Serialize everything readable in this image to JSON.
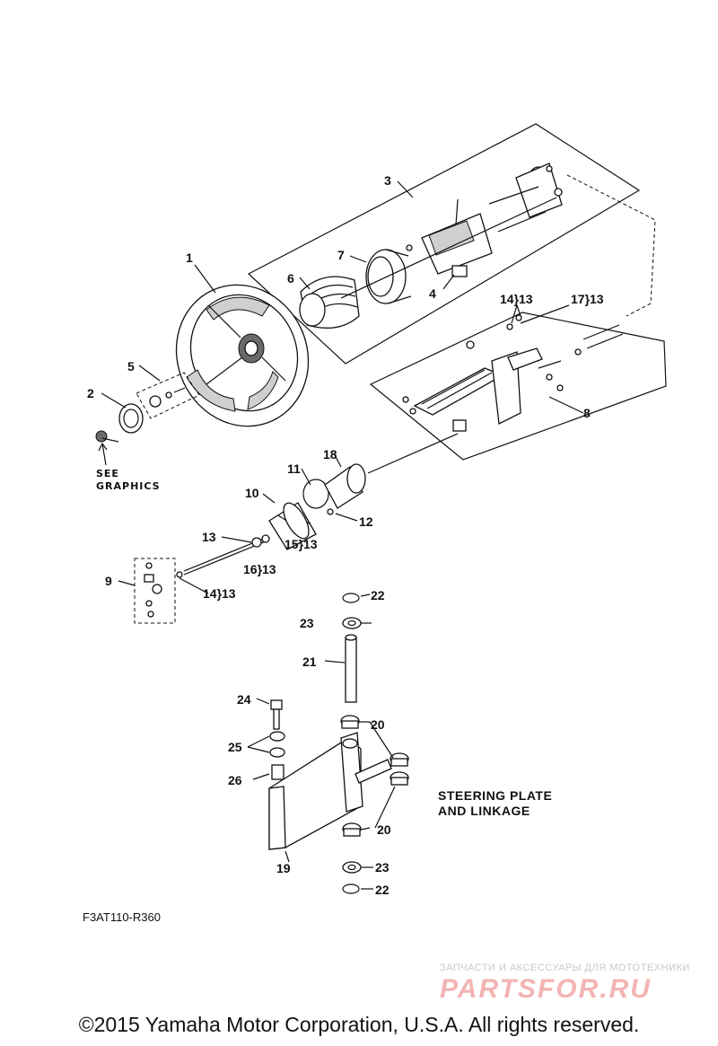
{
  "callouts": {
    "c1": "1",
    "c2": "2",
    "c3": "3",
    "c4": "4",
    "c5": "5",
    "c6": "6",
    "c7": "7",
    "c8": "8",
    "c9": "9",
    "c10": "10",
    "c11": "11",
    "c12": "12",
    "c13": "13",
    "c14_13_top": "14}13",
    "c17_13": "17}13",
    "c15_13": "15}13",
    "c16_13": "16}13",
    "c14_13_low": "14}13",
    "c18": "18",
    "c19": "19",
    "c20a": "20",
    "c20b": "20",
    "c21": "21",
    "c22a": "22",
    "c22b": "22",
    "c23a": "23",
    "c23b": "23",
    "c24": "24",
    "c25": "25",
    "c26": "26"
  },
  "notes": {
    "see_line1": "SEE",
    "see_line2": "GRAPHICS"
  },
  "section_title": {
    "line1": "STEERING PLATE",
    "line2": "AND LINKAGE"
  },
  "diagram_code": "F3AT110-R360",
  "watermark": {
    "small": "ЗАПЧАСТИ И АКСЕССУАРЫ ДЛЯ МОТОТЕХНИКИ",
    "big": "PARTSFOR.RU"
  },
  "copyright": "©2015 Yamaha Motor Corporation, U.S.A. All rights reserved.",
  "colors": {
    "ink": "#111111",
    "watermark_red": "#f3b4b4",
    "watermark_gray": "#c9c9c9"
  }
}
